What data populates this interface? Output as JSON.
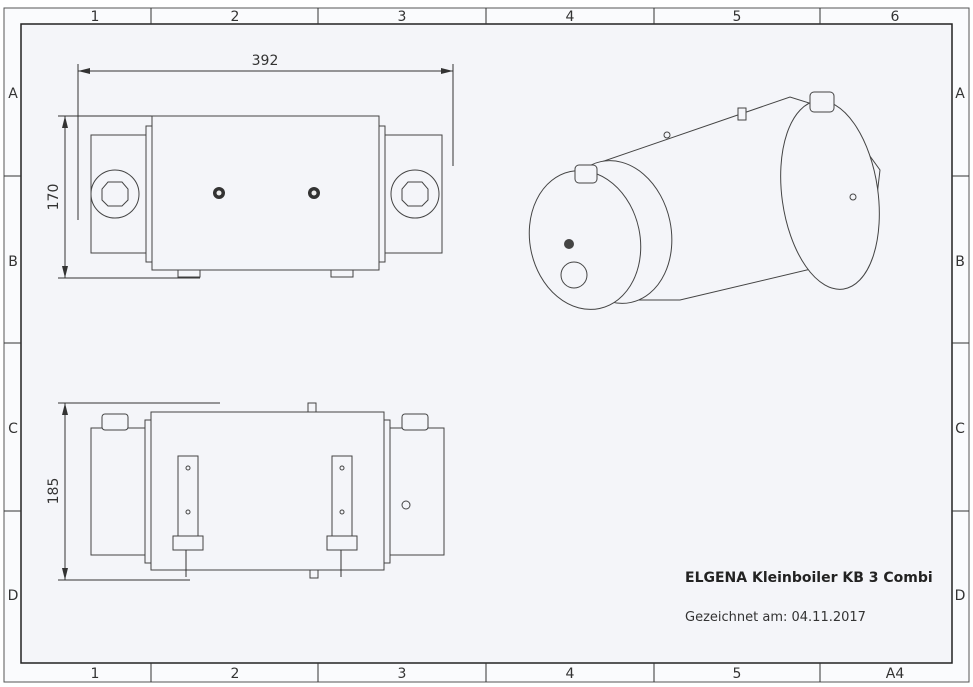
{
  "sheet": {
    "columns_top": [
      "1",
      "2",
      "3",
      "4",
      "5",
      "6"
    ],
    "columns_bottom": [
      "1",
      "2",
      "3",
      "4",
      "5",
      "A4"
    ],
    "rows": [
      "A",
      "B",
      "C",
      "D"
    ],
    "paper_color": "#f4f5f9",
    "line_color": "#333333"
  },
  "dimensions": {
    "length": "392",
    "height_front": "170",
    "height_side": "185"
  },
  "title_block": {
    "title": "ELGENA Kleinboiler KB 3 Combi",
    "drawn_label": "Gezeichnet am: 04.11.2017"
  }
}
